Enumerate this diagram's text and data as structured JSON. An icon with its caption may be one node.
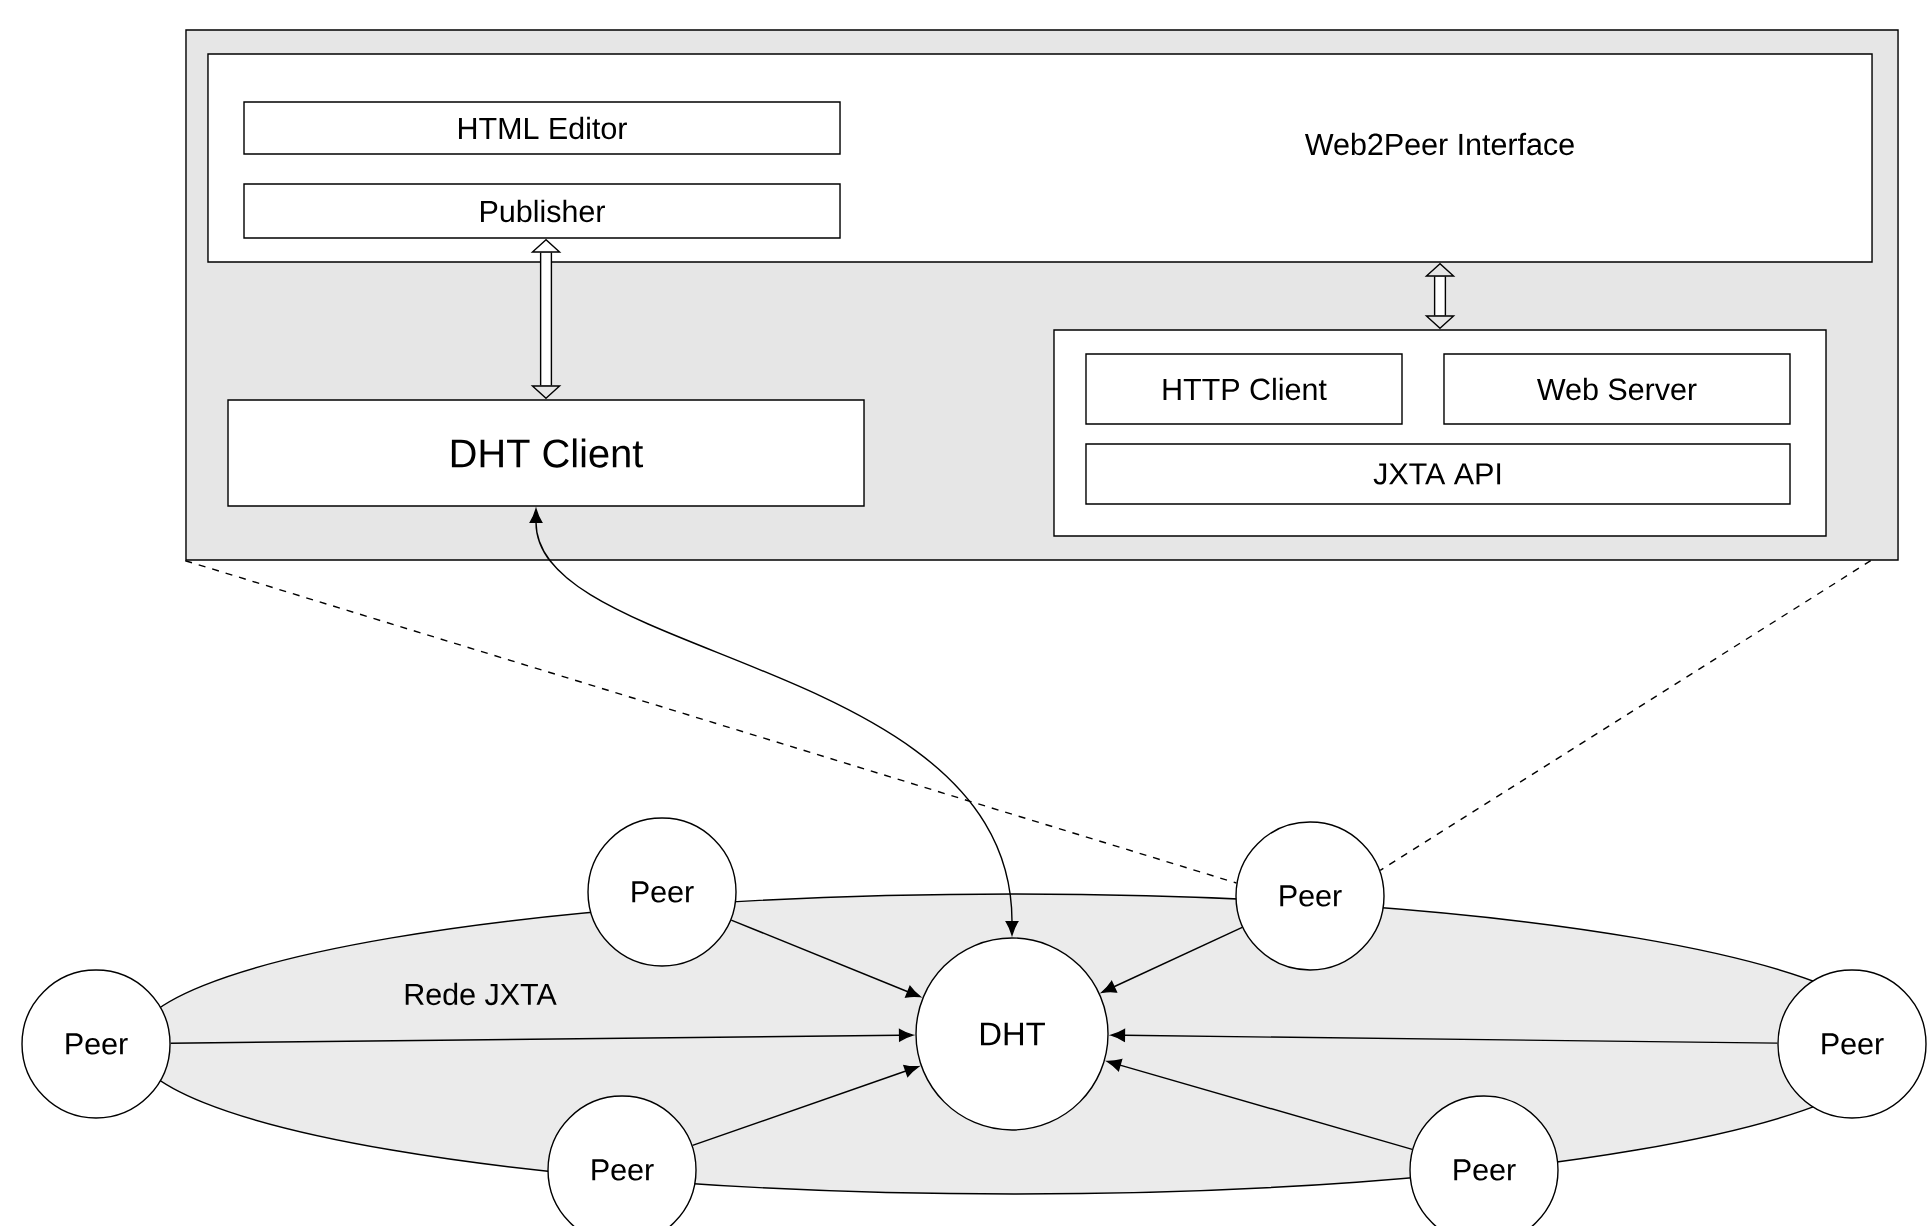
{
  "diagram": {
    "nodes": [
      {
        "text": [],
        "shape": "box"
      },
      {
        "text": [
          "Web2Peer Interface"
        ],
        "in": 0
      },
      {
        "text": [
          "HTML Editor"
        ],
        "in": 1
      },
      {
        "text": [
          "Publisher"
        ],
        "in": 1
      },
      {
        "text": [
          "DHT Client"
        ],
        "in": 0
      },
      {
        "text": [],
        "shape": "box",
        "in": 0
      },
      {
        "text": [
          "HTTP Client"
        ],
        "in": 5
      },
      {
        "text": [
          "Web Server"
        ],
        "in": 5
      },
      {
        "text": [
          "JXTA API"
        ],
        "in": 5
      },
      {
        "text": [
          "Rede JXTA"
        ]
      },
      {
        "text": [
          "DHT"
        ],
        "in": 9
      },
      {
        "text": [
          "Peer"
        ]
      },
      {
        "text": [
          "Peer"
        ]
      },
      {
        "text": [
          "Peer"
        ]
      },
      {
        "text": [
          "Peer"
        ]
      },
      {
        "text": [
          "Peer"
        ]
      },
      {
        "text": [
          "Peer"
        ]
      }
    ],
    "edges": [
      {
        "from": 3,
        "to": 4,
        "arrow": "both",
        "style": "thick"
      },
      {
        "from": 1,
        "to": 5,
        "arrow": "both",
        "style": "thick"
      },
      {
        "from": 10,
        "to": 4,
        "arrow": "both"
      },
      {
        "from": 11,
        "to": 10,
        "arrow": "to"
      },
      {
        "from": 12,
        "to": 10,
        "arrow": "to"
      },
      {
        "from": 13,
        "to": 10,
        "arrow": "to"
      },
      {
        "from": 14,
        "to": 10,
        "arrow": "to"
      },
      {
        "from": 15,
        "to": 10,
        "arrow": "to"
      },
      {
        "from": 16,
        "to": 10,
        "arrow": "to"
      },
      {
        "from": 0,
        "to": 12,
        "arrow": "none",
        "style": "dashed"
      },
      {
        "from": 0,
        "to": 12,
        "arrow": "none",
        "style": "dashed"
      }
    ]
  }
}
